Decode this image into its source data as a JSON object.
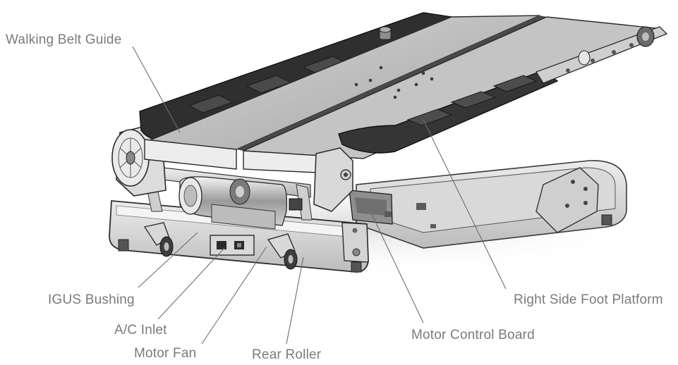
{
  "callouts": {
    "walking_belt_guide": "Walking Belt Guide",
    "igus_bushing": "IGUS Bushing",
    "ac_inlet": "A/C Inlet",
    "motor_fan": "Motor Fan",
    "rear_roller": "Rear Roller",
    "motor_control_board": "Motor Control Board",
    "right_side_foot_platform": "Right Side Foot Platform"
  },
  "colors": {
    "label_text": "#7b7b7b",
    "leader_line": "#6e6e6e",
    "metal_light": "#e6e6e6",
    "metal_mid": "#a9a9a9",
    "metal_dark": "#3a3a3a",
    "belt_dark": "#2a2a2a"
  }
}
